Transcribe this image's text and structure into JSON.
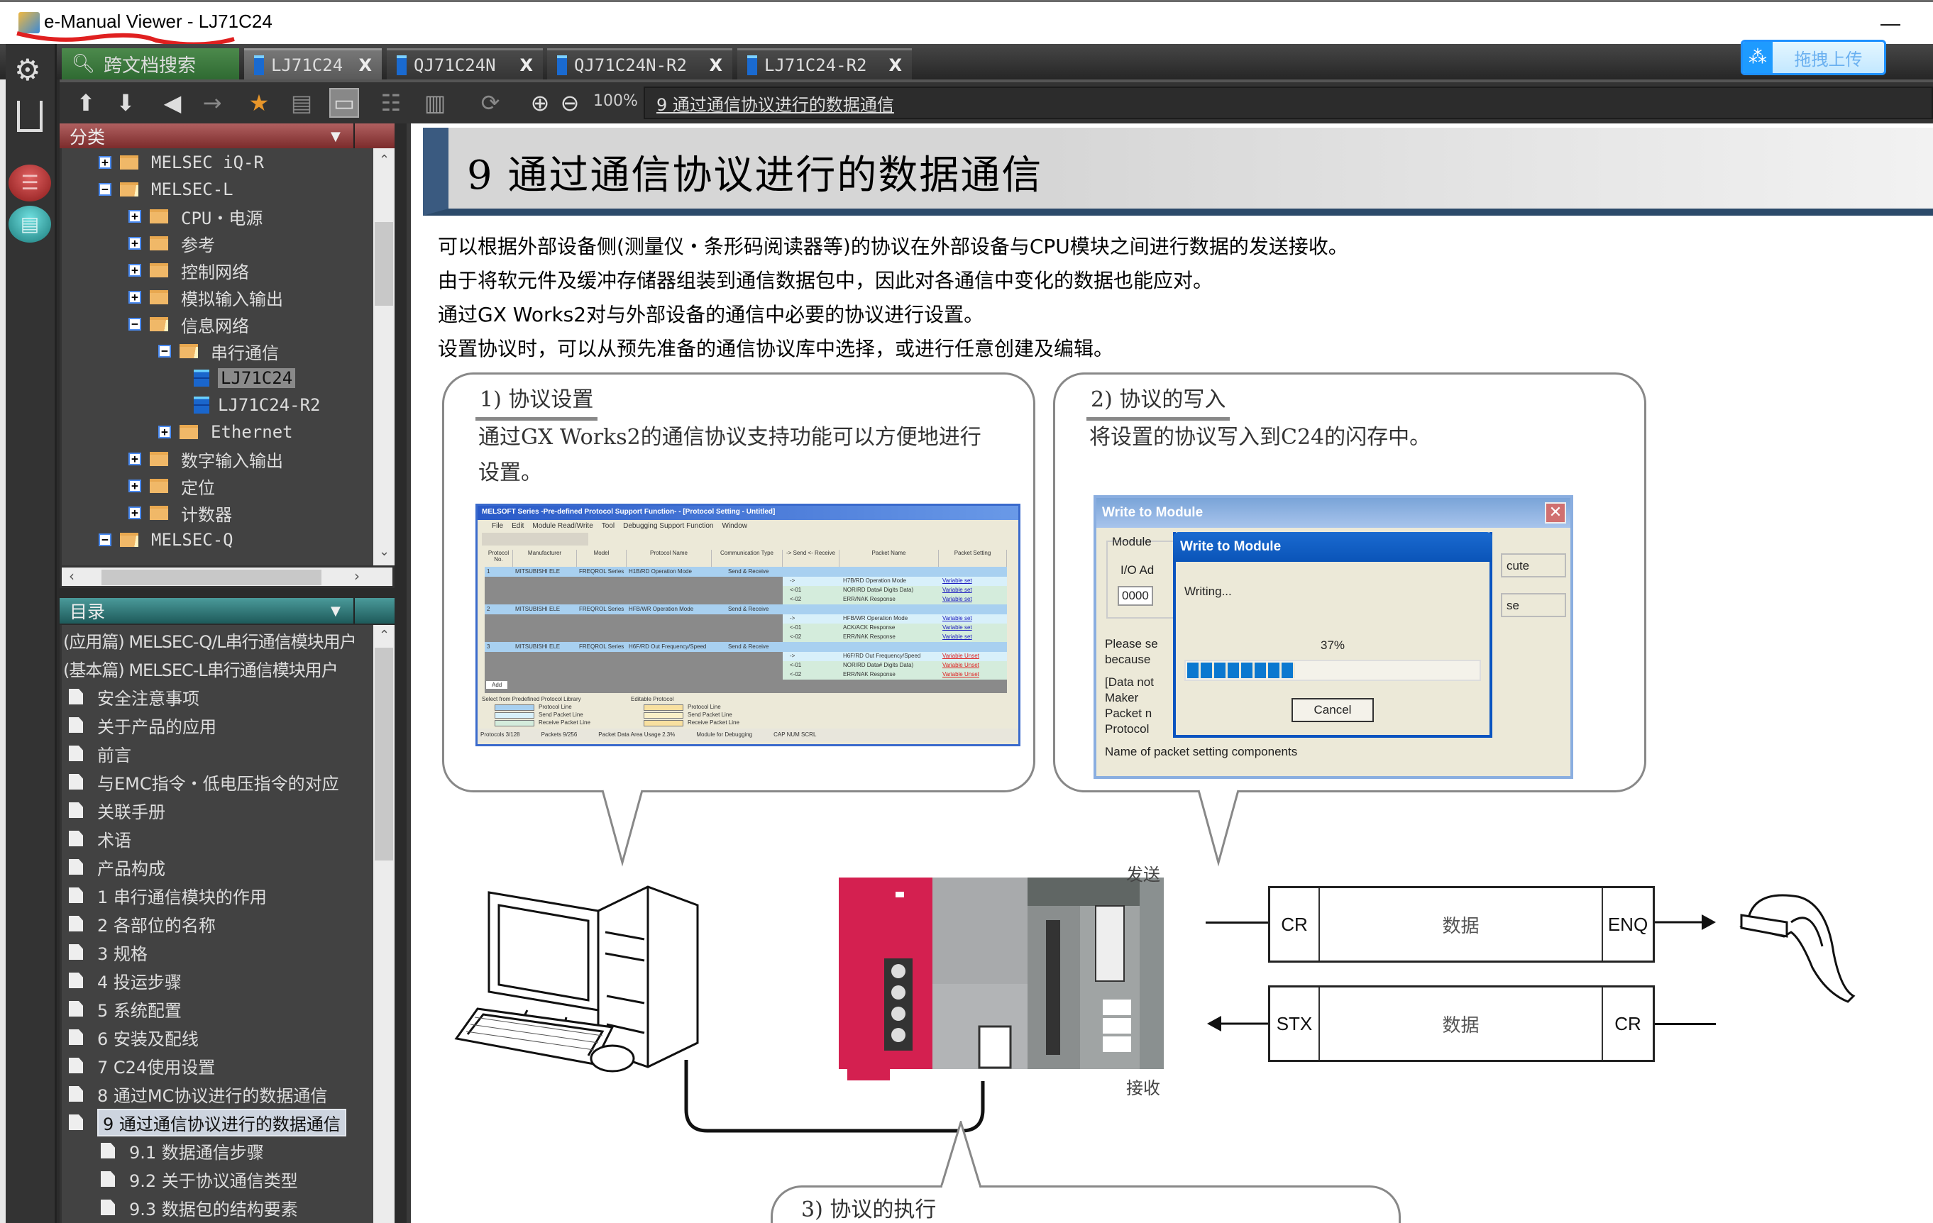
{
  "window": {
    "title": "e-Manual Viewer - LJ71C24",
    "minimize": "—"
  },
  "tabs": {
    "search": "跨文档搜索",
    "items": [
      {
        "label": "LJ71C24",
        "active": true
      },
      {
        "label": "QJ71C24N"
      },
      {
        "label": "QJ71C24N-R2"
      },
      {
        "label": "LJ71C24-R2"
      }
    ],
    "close": "X"
  },
  "upload": {
    "label": "拖拽上传"
  },
  "toolbar": {
    "zoom": "100%",
    "breadcrumb": "9 通过通信协议进行的数据通信"
  },
  "category": {
    "header": "分类",
    "items": [
      {
        "label": "MELSEC iQ-R",
        "level": 0,
        "exp": "+",
        "icon": "folder"
      },
      {
        "label": "MELSEC-L",
        "level": 0,
        "exp": "-",
        "icon": "open"
      },
      {
        "label": "CPU・电源",
        "level": 1,
        "exp": "+",
        "icon": "folder"
      },
      {
        "label": "参考",
        "level": 1,
        "exp": "+",
        "icon": "folder"
      },
      {
        "label": "控制网络",
        "level": 1,
        "exp": "+",
        "icon": "folder"
      },
      {
        "label": "模拟输入输出",
        "level": 1,
        "exp": "+",
        "icon": "folder"
      },
      {
        "label": "信息网络",
        "level": 1,
        "exp": "-",
        "icon": "open"
      },
      {
        "label": "串行通信",
        "level": 2,
        "exp": "-",
        "icon": "open"
      },
      {
        "label": "LJ71C24",
        "level": 3,
        "exp": "",
        "icon": "book",
        "selected": true
      },
      {
        "label": "LJ71C24-R2",
        "level": 3,
        "exp": "",
        "icon": "book"
      },
      {
        "label": "Ethernet",
        "level": 2,
        "exp": "+",
        "icon": "folder"
      },
      {
        "label": "数字输入输出",
        "level": 1,
        "exp": "+",
        "icon": "folder"
      },
      {
        "label": "定位",
        "level": 1,
        "exp": "+",
        "icon": "folder"
      },
      {
        "label": "计数器",
        "level": 1,
        "exp": "+",
        "icon": "folder"
      },
      {
        "label": "MELSEC-Q",
        "level": 0,
        "exp": "-",
        "icon": "open"
      }
    ]
  },
  "toc": {
    "header": "目录",
    "items": [
      {
        "label": "(应用篇) MELSEC-Q/L串行通信模块用户",
        "icon": false,
        "sub": false
      },
      {
        "label": "(基本篇) MELSEC-L串行通信模块用户",
        "icon": false,
        "sub": false
      },
      {
        "label": "安全注意事项",
        "icon": true
      },
      {
        "label": "关于产品的应用",
        "icon": true
      },
      {
        "label": "前言",
        "icon": true
      },
      {
        "label": "与EMC指令・低电压指令的对应",
        "icon": true
      },
      {
        "label": "关联手册",
        "icon": true
      },
      {
        "label": "术语",
        "icon": true
      },
      {
        "label": "产品构成",
        "icon": true
      },
      {
        "label": "1 串行通信模块的作用",
        "icon": true
      },
      {
        "label": "2 各部位的名称",
        "icon": true
      },
      {
        "label": "3 规格",
        "icon": true
      },
      {
        "label": "4 投运步骤",
        "icon": true
      },
      {
        "label": "5 系统配置",
        "icon": true
      },
      {
        "label": "6 安装及配线",
        "icon": true
      },
      {
        "label": "7 C24使用设置",
        "icon": true
      },
      {
        "label": "8 通过MC协议进行的数据通信",
        "icon": true
      },
      {
        "label": "9 通过通信协议进行的数据通信",
        "icon": true,
        "selected": true
      },
      {
        "label": "9.1 数据通信步骤",
        "icon": true,
        "sub": true
      },
      {
        "label": "9.2 关于协议通信类型",
        "icon": true,
        "sub": true
      },
      {
        "label": "9.3 数据包的结构要素",
        "icon": true,
        "sub": true
      }
    ]
  },
  "content": {
    "heading": "9 通过通信协议进行的数据通信",
    "paragraphs": [
      "可以根据外部设备侧(测量仪・条形码阅读器等)的协议在外部设备与CPU模块之间进行数据的发送接收。",
      "由于将软元件及缓冲存储器组装到通信数据包中，因此对各通信中变化的数据也能应对。",
      "通过GX Works2对与外部设备的通信中必要的协议进行设置。",
      "设置协议时，可以从预先准备的通信协议库中选择，或进行任意创建及编辑。"
    ],
    "step1": {
      "title": "1) 协议设置",
      "text1": "通过GX Works2的通信协议支持功能可以方便地进行",
      "text2": "设置。"
    },
    "step2": {
      "title": "2) 协议的写入",
      "text": "将设置的协议写入到C24的闪存中。"
    },
    "step3": {
      "title": "3) 协议的执行"
    },
    "shot1": {
      "title": "MELSOFT Series -Pre-defined Protocol Support Function- - [Protocol Setting - Untitled]",
      "menu": [
        "File",
        "Edit",
        "Module Read/Write",
        "Tool",
        "Debugging Support Function",
        "Window"
      ],
      "columns": [
        "Protocol No.",
        "Manufacturer",
        "Model",
        "Protocol Name",
        "Communication Type",
        "-> Send <- Receive",
        "Packet Name",
        "Packet Setting"
      ],
      "rows": [
        {
          "no": "1",
          "maker": "MITSUBISHI ELE",
          "model": "FREQROL Series",
          "name": "H1B/RD Operation Mode",
          "type": "Send & Receive",
          "packets": [
            [
              "->",
              "H7B/RD Operation Mode",
              "Variable set"
            ],
            [
              "<-01",
              "NOR/RD Data# Digits Data)",
              "Variable set"
            ],
            [
              "<-02",
              "ERR/NAK Response",
              "Variable set"
            ]
          ]
        },
        {
          "no": "2",
          "maker": "MITSUBISHI ELE",
          "model": "FREQROL Series",
          "name": "HFB/WR Operation Mode",
          "type": "Send & Receive",
          "packets": [
            [
              "->",
              "HFB/WR Operation Mode",
              "Variable set"
            ],
            [
              "<-01",
              "ACK/ACK Response",
              "Variable set"
            ],
            [
              "<-02",
              "ERR/NAK Response",
              "Variable set"
            ]
          ]
        },
        {
          "no": "3",
          "maker": "MITSUBISHI ELE",
          "model": "FREQROL Series",
          "name": "H6F/RD Out Frequency/Speed",
          "type": "Send & Receive",
          "packets": [
            [
              "->",
              "H6F/RD Out Frequency/Speed",
              "Variable Unset"
            ],
            [
              "<-01",
              "NOR/RD Data# Digits Data)",
              "Variable Unset"
            ],
            [
              "<-02",
              "ERR/NAK Response",
              "Variable Unset"
            ]
          ]
        }
      ],
      "add": "Add",
      "legend1": {
        "title": "Select from Predefined Protocol Library",
        "items": [
          "Protocol Line",
          "Send Packet Line",
          "Receive Packet Line"
        ]
      },
      "legend2": {
        "title": "Editable Protocol",
        "items": [
          "Protocol Line",
          "Send Packet Line",
          "Receive Packet Line"
        ]
      },
      "status": [
        "Protocols 3/128",
        "Packets 9/256",
        "Packet Data Area Usage 2.3%",
        "Module for Debugging",
        "CAP NUM SCRL"
      ]
    },
    "shot2": {
      "outer_title": "Write to Module",
      "module": "Module",
      "io": "I/O Ad",
      "io_value": "0000",
      "execute": "cute",
      "close": "se",
      "please": "Please se",
      "because": "because",
      "data_not": "[Data not",
      "maker": "Maker",
      "packet": "Packet n",
      "protocol": "Protocol",
      "name_pkt": "Name of packet setting components",
      "inner_title": "Write to Module",
      "writing": "Writing...",
      "percent": "37%",
      "progress": 0.37,
      "cancel": "Cancel"
    },
    "diagram": {
      "send": "发送",
      "receive": "接收",
      "frame1": [
        "CR",
        "数据",
        "ENQ"
      ],
      "frame2": [
        "STX",
        "数据",
        "CR"
      ]
    }
  },
  "colors": {
    "accent": "#3a5a80",
    "plc_red": "#d42050",
    "progress": "#0a78d0"
  }
}
